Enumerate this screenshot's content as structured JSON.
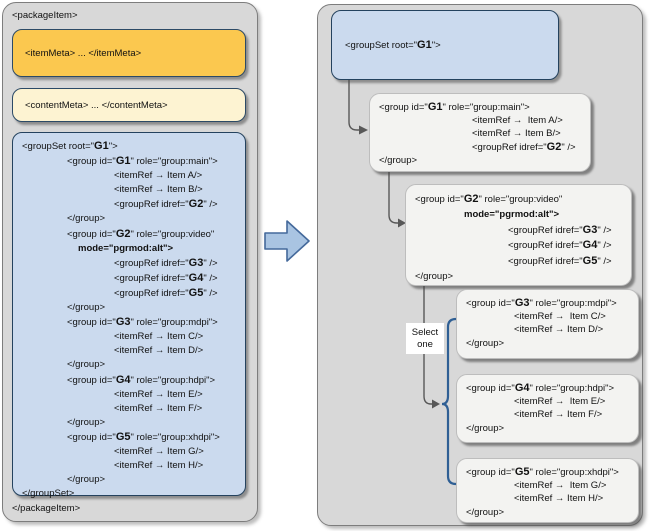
{
  "left_panel": {
    "open_tag": "<packageItem>",
    "close_tag": "</packageItem>",
    "item_meta_label": "<itemMeta> ... </itemMeta>",
    "content_meta_label": "<contentMeta> ... </contentMeta>",
    "group_set_code": [
      {
        "i": "0",
        "s": [
          {
            "t": "<groupSet root=\""
          },
          {
            "t": "G1",
            "c": "id"
          },
          {
            "t": "\">"
          }
        ]
      },
      {
        "i": "1",
        "s": [
          {
            "t": "<group id=\""
          },
          {
            "t": "G1",
            "c": "id"
          },
          {
            "t": "\" role=\"group:main\">"
          }
        ]
      },
      {
        "i": "2",
        "s": [
          {
            "t": "<itemRef → Item A/>"
          }
        ]
      },
      {
        "i": "2",
        "s": [
          {
            "t": "<itemRef → Item B/>"
          }
        ]
      },
      {
        "i": "2",
        "s": [
          {
            "t": "<groupRef idref=\""
          },
          {
            "t": "G2",
            "c": "id"
          },
          {
            "t": "\" />"
          }
        ]
      },
      {
        "i": "1",
        "s": [
          {
            "t": "</group>"
          }
        ]
      },
      {
        "i": "1",
        "s": [
          {
            "t": "<group id=\""
          },
          {
            "t": "G2",
            "c": "id"
          },
          {
            "t": "\" role=\"group:video\""
          }
        ]
      },
      {
        "i": "m",
        "s": [
          {
            "t": "mode=\"pgrmod:alt\">",
            "c": "b"
          }
        ]
      },
      {
        "i": "2",
        "s": [
          {
            "t": "<groupRef idref=\""
          },
          {
            "t": "G3",
            "c": "id"
          },
          {
            "t": "\" />"
          }
        ]
      },
      {
        "i": "2",
        "s": [
          {
            "t": "<groupRef idref=\""
          },
          {
            "t": "G4",
            "c": "id"
          },
          {
            "t": "\" />"
          }
        ]
      },
      {
        "i": "2",
        "s": [
          {
            "t": "<groupRef idref=\""
          },
          {
            "t": "G5",
            "c": "id"
          },
          {
            "t": "\" />"
          }
        ]
      },
      {
        "i": "1",
        "s": [
          {
            "t": "</group>"
          }
        ]
      },
      {
        "i": "1",
        "s": [
          {
            "t": "<group id=\""
          },
          {
            "t": "G3",
            "c": "id"
          },
          {
            "t": "\" role=\"group:mdpi\">"
          }
        ]
      },
      {
        "i": "2",
        "s": [
          {
            "t": "<itemRef → Item C/>"
          }
        ]
      },
      {
        "i": "2",
        "s": [
          {
            "t": "<itemRef → Item D/>"
          }
        ]
      },
      {
        "i": "1",
        "s": [
          {
            "t": "</group>"
          }
        ]
      },
      {
        "i": "1",
        "s": [
          {
            "t": "<group id=\""
          },
          {
            "t": "G4",
            "c": "id"
          },
          {
            "t": "\" role=\"group:hdpi\">"
          }
        ]
      },
      {
        "i": "2",
        "s": [
          {
            "t": "<itemRef → Item E/>"
          }
        ]
      },
      {
        "i": "2",
        "s": [
          {
            "t": "<itemRef → Item F/>"
          }
        ]
      },
      {
        "i": "1",
        "s": [
          {
            "t": "</group>"
          }
        ]
      },
      {
        "i": "1",
        "s": [
          {
            "t": "<group id=\""
          },
          {
            "t": "G5",
            "c": "id"
          },
          {
            "t": "\" role=\"group:xhdpi\">"
          }
        ]
      },
      {
        "i": "2",
        "s": [
          {
            "t": "<itemRef → Item G/>"
          }
        ]
      },
      {
        "i": "2",
        "s": [
          {
            "t": "<itemRef → Item H/>"
          }
        ]
      },
      {
        "i": "1",
        "s": [
          {
            "t": "</group>"
          }
        ]
      },
      {
        "i": "0",
        "s": [
          {
            "t": "</groupSet>"
          }
        ]
      }
    ]
  },
  "right_panel": {
    "group_set_lines": [
      {
        "i": "0",
        "s": [
          {
            "t": "<groupSet root=\""
          },
          {
            "t": "G1",
            "c": "id"
          },
          {
            "t": "\">"
          }
        ]
      }
    ],
    "boxes": [
      {
        "name": "group-g1",
        "lines": [
          {
            "i": "0",
            "s": [
              {
                "t": "<group id=\""
              },
              {
                "t": "G1",
                "c": "id"
              },
              {
                "t": "\" role=\"group:main\">"
              }
            ]
          },
          {
            "i": "1",
            "s": [
              {
                "t": "<itemRef →  Item A/>"
              }
            ]
          },
          {
            "i": "1",
            "s": [
              {
                "t": "<itemRef → Item B/>"
              }
            ]
          },
          {
            "i": "1",
            "s": [
              {
                "t": "<groupRef idref=\""
              },
              {
                "t": "G2",
                "c": "id"
              },
              {
                "t": "\" />"
              }
            ]
          },
          {
            "i": "0",
            "s": [
              {
                "t": "</group>"
              }
            ]
          }
        ]
      },
      {
        "name": "group-g2",
        "lines": [
          {
            "i": "0",
            "s": [
              {
                "t": "<group id=\""
              },
              {
                "t": "G2",
                "c": "id"
              },
              {
                "t": "\" role=\"group:video\""
              }
            ]
          },
          {
            "i": "m",
            "s": [
              {
                "t": "mode=\"pgrmod:alt\">",
                "c": "b"
              }
            ]
          },
          {
            "i": "1",
            "s": [
              {
                "t": "<groupRef idref=\""
              },
              {
                "t": "G3",
                "c": "id"
              },
              {
                "t": "\" />"
              }
            ]
          },
          {
            "i": "1",
            "s": [
              {
                "t": "<groupRef idref=\""
              },
              {
                "t": "G4",
                "c": "id"
              },
              {
                "t": "\" />"
              }
            ]
          },
          {
            "i": "1",
            "s": [
              {
                "t": "<groupRef idref=\""
              },
              {
                "t": "G5",
                "c": "id"
              },
              {
                "t": "\" />"
              }
            ]
          },
          {
            "i": "0",
            "s": [
              {
                "t": "</group>"
              }
            ]
          }
        ]
      },
      {
        "name": "group-g3",
        "lines": [
          {
            "i": "0",
            "s": [
              {
                "t": "<group id=\""
              },
              {
                "t": "G3",
                "c": "id"
              },
              {
                "t": "\" role=\"group:mdpi\">"
              }
            ]
          },
          {
            "i": "1",
            "s": [
              {
                "t": "<itemRef →  Item C/>"
              }
            ]
          },
          {
            "i": "1",
            "s": [
              {
                "t": "<itemRef → Item D/>"
              }
            ]
          },
          {
            "i": "0",
            "s": [
              {
                "t": "</group>"
              }
            ]
          }
        ]
      },
      {
        "name": "group-g4",
        "lines": [
          {
            "i": "0",
            "s": [
              {
                "t": "<group id=\""
              },
              {
                "t": "G4",
                "c": "id"
              },
              {
                "t": "\" role=\"group:hdpi\">"
              }
            ]
          },
          {
            "i": "1",
            "s": [
              {
                "t": "<itemRef →  Item E/>"
              }
            ]
          },
          {
            "i": "1",
            "s": [
              {
                "t": "<itemRef → Item F/>"
              }
            ]
          },
          {
            "i": "0",
            "s": [
              {
                "t": "</group>"
              }
            ]
          }
        ]
      },
      {
        "name": "group-g5",
        "lines": [
          {
            "i": "0",
            "s": [
              {
                "t": "<group id=\""
              },
              {
                "t": "G5",
                "c": "id"
              },
              {
                "t": "\" role=\"group:xhdpi\">"
              }
            ]
          },
          {
            "i": "1",
            "s": [
              {
                "t": "<itemRef →  Item G/>"
              }
            ]
          },
          {
            "i": "1",
            "s": [
              {
                "t": "<itemRef → Item H/>"
              }
            ]
          },
          {
            "i": "0",
            "s": [
              {
                "t": "</group>"
              }
            ]
          }
        ]
      }
    ],
    "select_label": "Select one"
  },
  "colors": {
    "panel_fill": "#d8d8d8",
    "panel_border": "#7d7d7d",
    "item_meta_fill": "#fbc84f",
    "content_meta_fill": "#fdf3d2",
    "blue_box_fill": "#cbdaee",
    "blue_box_border": "#24425e",
    "white_box_fill": "#f3f3f1",
    "connector_line": "#585858",
    "brace_blue": "#2f5f94",
    "transform_arrow_fill": "#a9c4e2",
    "transform_arrow_border": "#44699b"
  }
}
